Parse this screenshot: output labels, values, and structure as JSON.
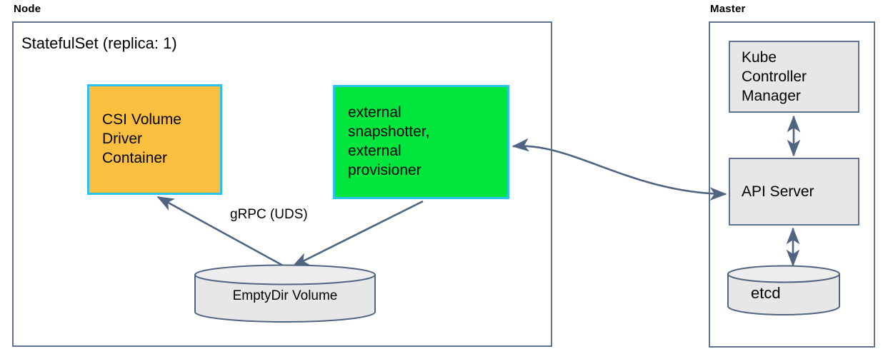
{
  "diagram": {
    "title_node": "Node",
    "title_master": "Master",
    "colors": {
      "orange_fill": "#FBBF3F",
      "green_fill": "#00E63C",
      "cyan_border": "#2BC1F0",
      "grey_fill": "#E7E7E7",
      "outline": "#5f7490"
    }
  },
  "node": {
    "label": "Node",
    "statefulset_title": "StatefulSet (replica: 1)",
    "csi_driver": "CSI Volume\nDriver\nContainer",
    "external_components": "external\nsnapshotter,\nexternal\nprovisioner",
    "emptydir_volume": "EmptyDir Volume",
    "grpc_label": "gRPC (UDS)"
  },
  "master": {
    "label": "Master",
    "kube_controller_manager": "Kube\nController\nManager",
    "api_server": "API Server",
    "etcd": "etcd"
  },
  "edges": [
    {
      "name": "csi-to-emptydir",
      "from": "EmptyDir Volume",
      "to": "CSI Volume Driver Container",
      "label": "gRPC (UDS)",
      "style": "single-arrow"
    },
    {
      "name": "external-to-emptydir",
      "from": "external snapshotter, external provisioner",
      "to": "EmptyDir Volume",
      "style": "single-arrow"
    },
    {
      "name": "external-to-apiserver",
      "from": "external snapshotter, external provisioner",
      "to": "API Server",
      "style": "double-arrow-curved"
    },
    {
      "name": "apiserver-to-kcm",
      "from": "API Server",
      "to": "Kube Controller Manager",
      "style": "double-arrow"
    },
    {
      "name": "apiserver-to-etcd",
      "from": "API Server",
      "to": "etcd",
      "style": "double-arrow"
    }
  ]
}
